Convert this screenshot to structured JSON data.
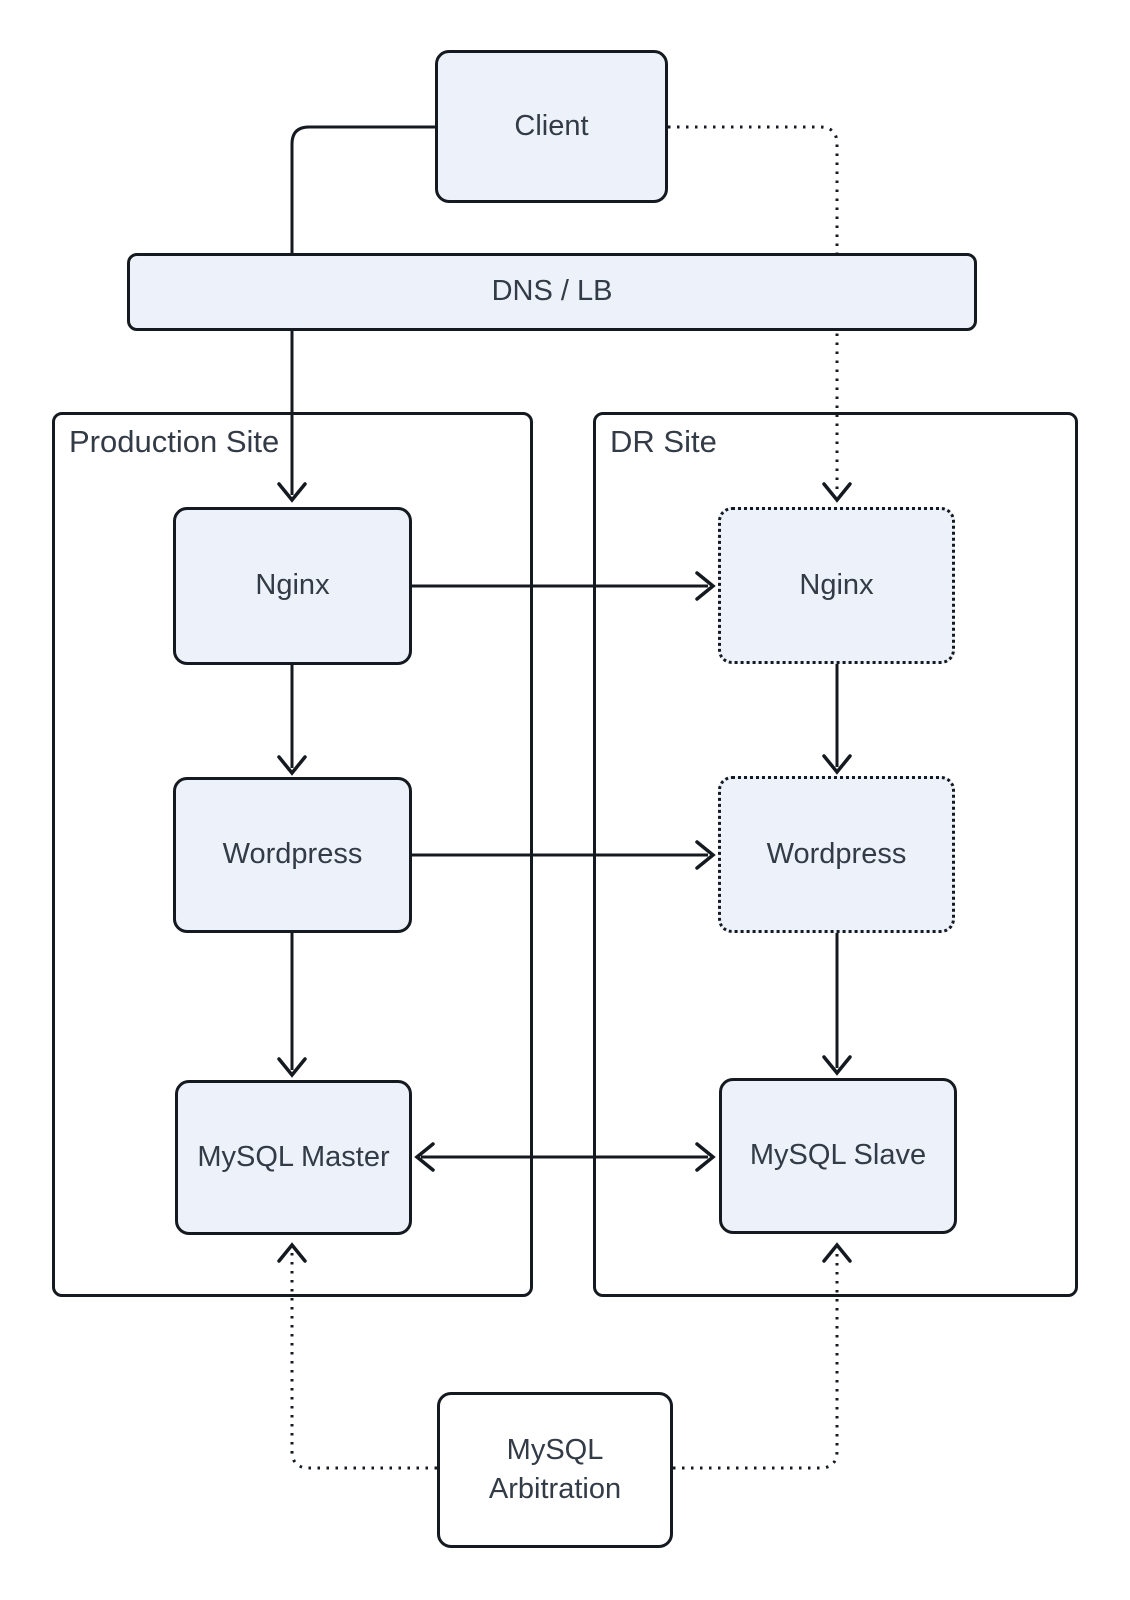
{
  "diagram": {
    "clusters": {
      "production": {
        "label": "Production Site"
      },
      "dr": {
        "label": "DR Site"
      }
    },
    "nodes": {
      "client": {
        "label": "Client"
      },
      "dns_lb": {
        "label": "DNS / LB"
      },
      "prod_nginx": {
        "label": "Nginx"
      },
      "prod_wordpress": {
        "label": "Wordpress"
      },
      "mysql_master": {
        "label": "MySQL Master"
      },
      "dr_nginx": {
        "label": "Nginx"
      },
      "dr_wordpress": {
        "label": "Wordpress"
      },
      "mysql_slave": {
        "label": "MySQL Slave"
      },
      "mysql_arbitration": {
        "label": "MySQL Arbitration"
      }
    },
    "edges": [
      {
        "from": "Client",
        "to": "Nginx (Production Site)",
        "style": "solid",
        "arrow": "end",
        "passes_behind": "DNS / LB"
      },
      {
        "from": "Client",
        "to": "Nginx (DR Site)",
        "style": "dotted",
        "arrow": "end",
        "passes_behind": "DNS / LB"
      },
      {
        "from": "Nginx (Production Site)",
        "to": "Nginx (DR Site)",
        "style": "solid",
        "arrow": "end"
      },
      {
        "from": "Nginx (Production Site)",
        "to": "Wordpress (Production Site)",
        "style": "solid",
        "arrow": "end"
      },
      {
        "from": "Nginx (DR Site)",
        "to": "Wordpress (DR Site)",
        "style": "solid",
        "arrow": "end"
      },
      {
        "from": "Wordpress (Production Site)",
        "to": "Wordpress (DR Site)",
        "style": "solid",
        "arrow": "end"
      },
      {
        "from": "Wordpress (Production Site)",
        "to": "MySQL Master",
        "style": "solid",
        "arrow": "end"
      },
      {
        "from": "Wordpress (DR Site)",
        "to": "MySQL Slave",
        "style": "solid",
        "arrow": "end"
      },
      {
        "from": "MySQL Master",
        "to": "MySQL Slave",
        "style": "solid",
        "arrow": "both"
      },
      {
        "from": "MySQL Arbitration",
        "to": "MySQL Master",
        "style": "dotted",
        "arrow": "end"
      },
      {
        "from": "MySQL Arbitration",
        "to": "MySQL Slave",
        "style": "dotted",
        "arrow": "end"
      }
    ],
    "colors": {
      "node_fill": "#ecf1fa",
      "node_border": "#141a20",
      "text": "#333b46",
      "edge": "#141a20",
      "arbitration_fill": "#ffffff",
      "background": "#ffffff"
    }
  }
}
